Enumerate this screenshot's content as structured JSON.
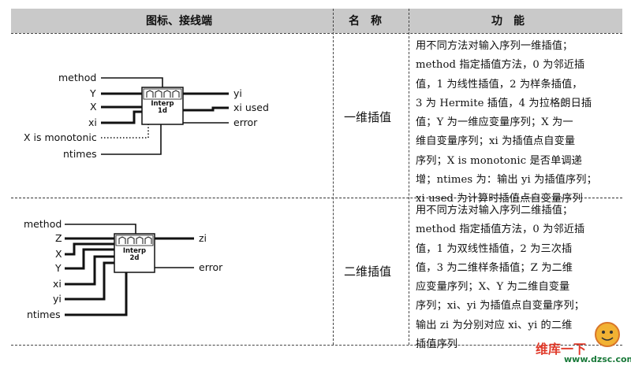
{
  "header": {
    "col1": "图标、接线端",
    "col2": "名　称",
    "col3": "功　能"
  },
  "rows": [
    {
      "name": "一维插值",
      "vi_title": [
        "Interp",
        "1d"
      ],
      "left_labels": [
        "method",
        "Y",
        "X",
        "xi",
        "X is monotonic",
        "ntimes"
      ],
      "right_labels": [
        "yi",
        "xi used",
        "error"
      ],
      "func_lines": [
        "用不同方法对输入序列一维插值；",
        "method 指定插值方法，0 为邻近插",
        "值，1 为线性插值，2 为样条插值，",
        "3 为 Hermite 插值，4 为拉格朗日插",
        "值；Y 为一维应变量序列；X 为一",
        "维自变量序列；xi 为插值点自变量",
        "序列；X is monotonic 是否单调递",
        "增；ntimes 为：输出 yi 为插值序列；",
        "xi used 为计算时插值点自变量序列"
      ]
    },
    {
      "name": "二维插值",
      "vi_title": [
        "Interp",
        "2d"
      ],
      "left_labels": [
        "method",
        "Z",
        "X",
        "Y",
        "xi",
        "yi",
        "ntimes"
      ],
      "right_labels": [
        "zi",
        "error"
      ],
      "func_lines": [
        "用不同方法对输入序列二维插值；",
        "method 指定插值方法，0 为邻近插",
        "值，1 为双线性插值，2 为三次插",
        "值，3 为二维样条插值；Z 为二维",
        "应变量序列；X、Y 为二维自变量",
        "序列；xi、yi 为插值点自变量序列；",
        "输出 zi 为分别对应 xi、yi 的二维",
        "插值序列"
      ]
    }
  ],
  "watermark": {
    "text1": "维库一下",
    "text2": "www.dzsc.com"
  }
}
